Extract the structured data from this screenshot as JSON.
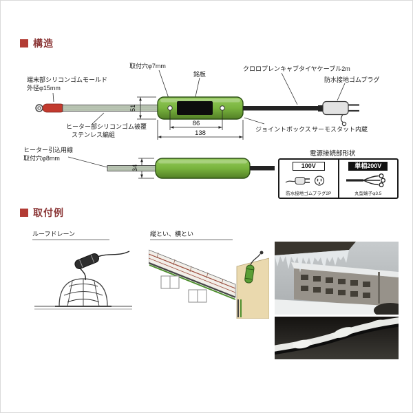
{
  "page": {
    "bg_color": "#ffffff",
    "accent_red": "#b23b34"
  },
  "sections": {
    "structure_title": "構造",
    "examples_title": "取付例"
  },
  "diagram": {
    "labels": {
      "terminal_mold_line1": "端末部シリコンゴムモールド",
      "terminal_mold_line2": "外径φ15mm",
      "mounting_hole_7": "取付穴φ7mm",
      "nameplate": "銘板",
      "cable": "クロロプレンキャブタイヤケーブル2m",
      "waterproof_plug": "防水接地ゴムプラグ",
      "heater_sheath_line1": "ヒーター部シリコンゴム被覆",
      "heater_sheath_line2": "ステンレス編組",
      "joint_box": "ジョイントボックス",
      "thermostat": "サーモスタット内蔵",
      "lead_wire_line1": "ヒーター引込用線",
      "lead_wire_line2": "取付穴φ8mm"
    },
    "dimensions_mm": {
      "body_height": "51",
      "hole_pitch": "86",
      "body_length": "138",
      "heater_height": "34"
    },
    "device_color": "#79b43e",
    "terminal_mold_color": "#c23a2e",
    "power_box": {
      "title": "電源接続部形状",
      "col_100v_header": "100V",
      "col_200v_header": "単相200V",
      "col_100v_caption": "防水接地ゴムプラグ2P",
      "col_200v_caption": "丸型端子φ3.5"
    }
  },
  "install_examples": {
    "roof_drain_label": "ルーフドレーン",
    "gutter_label": "縦とい、横とい"
  }
}
